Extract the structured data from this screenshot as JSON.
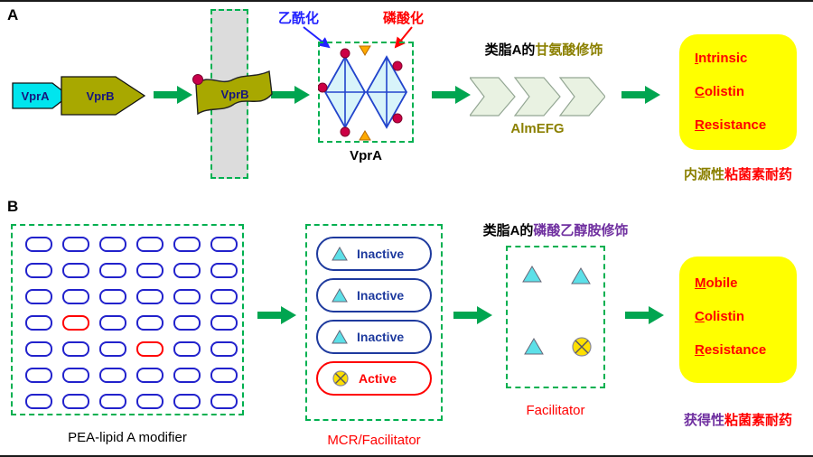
{
  "panelA": {
    "label": "A",
    "genes": {
      "vprA": "VprA",
      "vprB": "VprB"
    },
    "membrane_protein": "VprB",
    "annotations": {
      "acetylation": "乙酰化",
      "phosphorylation": "磷酸化"
    },
    "lipid_box_label": "VprA",
    "modification_label": {
      "prefix": "类脂A的",
      "highlight": "甘氨酸修饰"
    },
    "operon_label": "AlmEFG",
    "resistance": {
      "lines": [
        {
          "initial": "I",
          "rest": "ntrinsic"
        },
        {
          "initial": "C",
          "rest": "olistin"
        },
        {
          "initial": "R",
          "rest": "esistance"
        }
      ]
    },
    "caption": {
      "prefix": "内源性",
      "suffix": "粘菌素耐药"
    }
  },
  "panelB": {
    "label": "B",
    "population": {
      "rows": 7,
      "cols": 6,
      "red_cells": [
        [
          3,
          1
        ],
        [
          4,
          3
        ]
      ],
      "caption": "PEA-lipid A modifier"
    },
    "mcr": {
      "pills": [
        {
          "label": "Inactive",
          "state": "inactive"
        },
        {
          "label": "Inactive",
          "state": "inactive"
        },
        {
          "label": "Inactive",
          "state": "inactive"
        },
        {
          "label": "Active",
          "state": "active"
        }
      ],
      "caption": "MCR/Facilitator"
    },
    "modification_label": {
      "prefix": "类脂A的",
      "highlight": "磷酸乙醇胺修饰"
    },
    "facilitator_caption": "Facilitator",
    "resistance": {
      "lines": [
        {
          "initial": "M",
          "rest": "obile"
        },
        {
          "initial": "C",
          "rest": "olistin"
        },
        {
          "initial": "R",
          "rest": "esistance"
        }
      ]
    },
    "caption": {
      "prefix": "获得性",
      "suffix": "粘菌素耐药"
    }
  },
  "colors": {
    "flow_arrow_green": "#00A550",
    "dashed_green": "#00B050",
    "highlight_yellow": "#FFFF00",
    "resistance_red": "#FF0000",
    "olive": "#8B8000",
    "purple": "#7030A0",
    "annotation_blue": "#2222FF",
    "gene_navy": "#16167E",
    "vprA_cyan": "#00E5EE",
    "vprB_olive": "#A8A800"
  }
}
